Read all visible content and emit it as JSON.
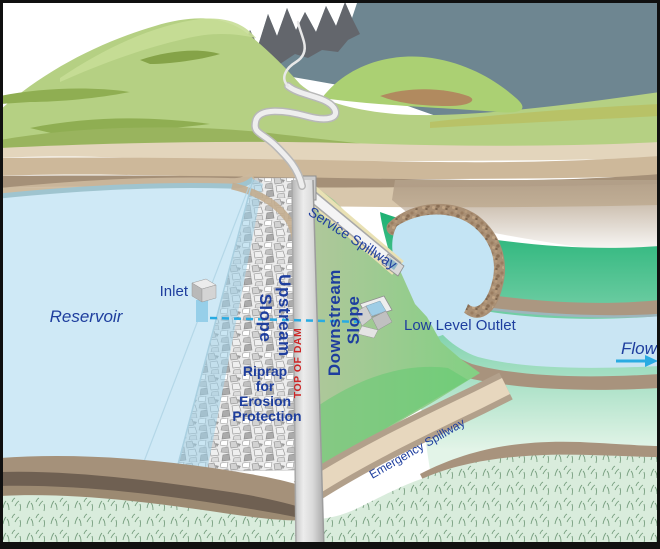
{
  "diagram": {
    "title": "Dam components cross-section diagram",
    "labels": {
      "reservoir": "Reservoir",
      "inlet": "Inlet",
      "upstream_line1": "Upstream",
      "upstream_line2": "Slope",
      "downstream_line1": "Downstream",
      "downstream_line2": "Slope",
      "riprap_line1": "Riprap",
      "riprap_line2": "for",
      "riprap_line3": "Erosion",
      "riprap_line4": "Protection",
      "top_of_dam": "TOP OF DAM",
      "service_spillway": "Service Spillway",
      "low_level_outlet": "Low Level Outlet",
      "emergency_spillway": "Emergency Spillway",
      "flow": "Flow"
    },
    "colors": {
      "label_blue": "#1e3e9e",
      "top_of_dam_red": "#cc2626",
      "flow_arrow_cyan": "#29abe2",
      "reservoir_water": "#cfe9f6",
      "river_water": "#c9e5f3",
      "valley_green": "#1fb274",
      "slope_green": "#82d083",
      "hill_green": "#b5d083",
      "earth_tan": "#cdb89a",
      "dam_crest_gray": "#d2d2d2",
      "mountain_gray_blue": "#6e8691"
    }
  }
}
